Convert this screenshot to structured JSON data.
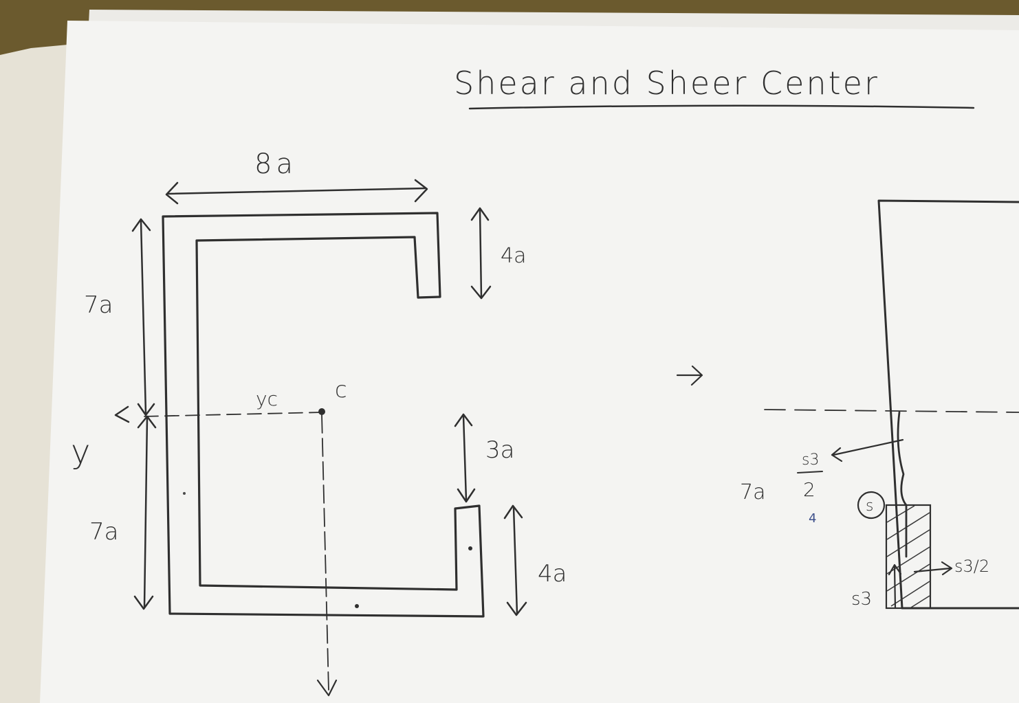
{
  "title": "Shear and Sheer Center",
  "labels": {
    "flange_width": "8a",
    "top_lip": "4a",
    "upper_web": "7a",
    "lower_web": "7a",
    "gap": "3a",
    "bottom_lip": "4a",
    "centroid_y": "yc",
    "centroid": "c",
    "y_axis": "y"
  },
  "detail": {
    "expr_prefix": "7a",
    "expr_num": "s3",
    "expr_den": "2",
    "circle_mark": "s",
    "s3": "s3",
    "s3_half": "s3/2",
    "small_note": "4"
  },
  "colors": {
    "paper": "#f4f4f2",
    "ink": "#2f2f2f",
    "backdrop": "#6b5a2e",
    "blue_note": "#3d4f8a"
  }
}
